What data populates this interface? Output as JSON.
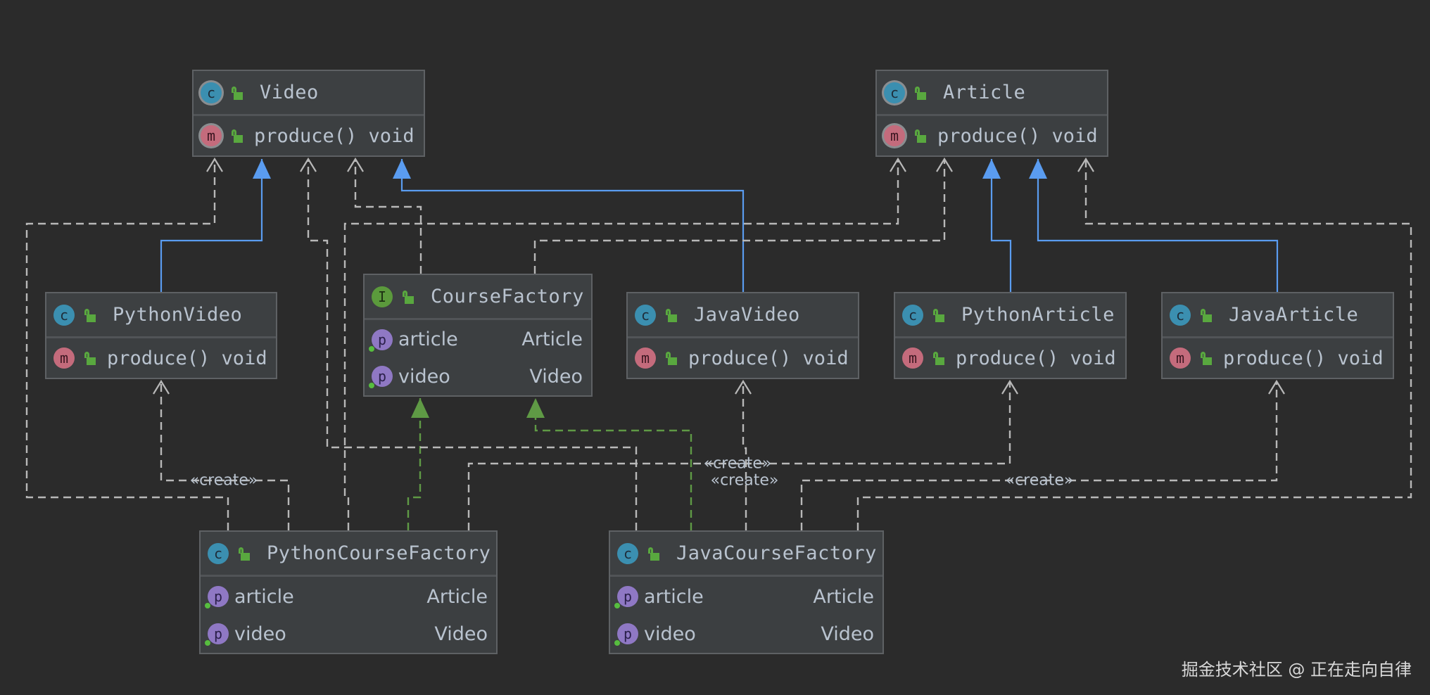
{
  "diagram": {
    "nodes": [
      {
        "id": "Video",
        "kind": "class",
        "abstract": true,
        "name": "Video",
        "methods": [
          {
            "name": "produce() void"
          }
        ],
        "fields": []
      },
      {
        "id": "Article",
        "kind": "class",
        "abstract": true,
        "name": "Article",
        "methods": [
          {
            "name": "produce() void"
          }
        ],
        "fields": []
      },
      {
        "id": "PythonVideo",
        "kind": "class",
        "name": "PythonVideo",
        "methods": [
          {
            "name": "produce() void"
          }
        ],
        "fields": []
      },
      {
        "id": "CourseFactory",
        "kind": "interface",
        "name": "CourseFactory",
        "methods": [],
        "fields": [
          {
            "name": "article",
            "type": "Article"
          },
          {
            "name": "video",
            "type": "Video"
          }
        ]
      },
      {
        "id": "JavaVideo",
        "kind": "class",
        "name": "JavaVideo",
        "methods": [
          {
            "name": "produce() void"
          }
        ],
        "fields": []
      },
      {
        "id": "PythonArticle",
        "kind": "class",
        "name": "PythonArticle",
        "methods": [
          {
            "name": "produce() void"
          }
        ],
        "fields": []
      },
      {
        "id": "JavaArticle",
        "kind": "class",
        "name": "JavaArticle",
        "methods": [
          {
            "name": "produce() void"
          }
        ],
        "fields": []
      },
      {
        "id": "PythonCourseFactory",
        "kind": "class",
        "name": "PythonCourseFactory",
        "methods": [],
        "fields": [
          {
            "name": "article",
            "type": "Article"
          },
          {
            "name": "video",
            "type": "Video"
          }
        ]
      },
      {
        "id": "JavaCourseFactory",
        "kind": "class",
        "name": "JavaCourseFactory",
        "methods": [],
        "fields": [
          {
            "name": "article",
            "type": "Article"
          },
          {
            "name": "video",
            "type": "Video"
          }
        ]
      }
    ],
    "edges": [
      {
        "from": "PythonVideo",
        "to": "Video",
        "type": "extends"
      },
      {
        "from": "JavaVideo",
        "to": "Video",
        "type": "extends"
      },
      {
        "from": "PythonArticle",
        "to": "Article",
        "type": "extends"
      },
      {
        "from": "JavaArticle",
        "to": "Article",
        "type": "extends"
      },
      {
        "from": "PythonCourseFactory",
        "to": "CourseFactory",
        "type": "implements"
      },
      {
        "from": "JavaCourseFactory",
        "to": "CourseFactory",
        "type": "implements"
      },
      {
        "from": "CourseFactory",
        "to": "Video",
        "type": "dependency"
      },
      {
        "from": "CourseFactory",
        "to": "Article",
        "type": "dependency"
      },
      {
        "from": "PythonCourseFactory",
        "to": "Video",
        "type": "dependency"
      },
      {
        "from": "PythonCourseFactory",
        "to": "Article",
        "type": "dependency"
      },
      {
        "from": "JavaCourseFactory",
        "to": "Video",
        "type": "dependency"
      },
      {
        "from": "JavaCourseFactory",
        "to": "Article",
        "type": "dependency"
      },
      {
        "from": "PythonCourseFactory",
        "to": "PythonVideo",
        "type": "dependency",
        "label": "«create»"
      },
      {
        "from": "PythonCourseFactory",
        "to": "PythonArticle",
        "type": "dependency",
        "label": "«create»"
      },
      {
        "from": "JavaCourseFactory",
        "to": "JavaVideo",
        "type": "dependency",
        "label": "«create»"
      },
      {
        "from": "JavaCourseFactory",
        "to": "JavaArticle",
        "type": "dependency",
        "label": "«create»"
      }
    ],
    "colors": {
      "background": "#2b2b2b",
      "extends": "#5a9cf0",
      "implements": "#5f9a45",
      "dependency": "#b8b8b8"
    }
  },
  "watermark": "掘金技术社区 @ 正在走向自律"
}
